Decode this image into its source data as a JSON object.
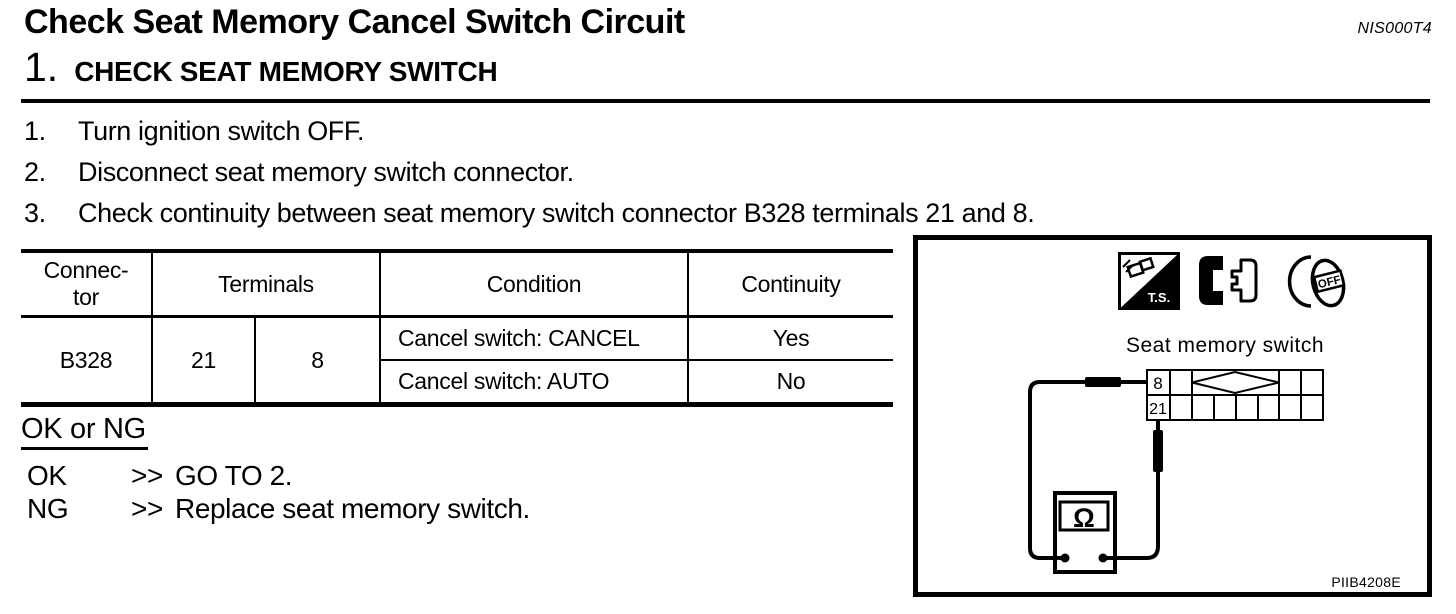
{
  "page": {
    "title": "Check Seat Memory Cancel Switch Circuit",
    "doc_code": "NIS000T4"
  },
  "section": {
    "number": "1.",
    "heading": "CHECK SEAT MEMORY SWITCH"
  },
  "steps": [
    {
      "num": "1.",
      "text": "Turn ignition switch OFF."
    },
    {
      "num": "2.",
      "text": "Disconnect seat memory switch connector."
    },
    {
      "num": "3.",
      "text": "Check continuity between seat memory switch connector B328 terminals 21 and 8."
    }
  ],
  "table": {
    "headers": {
      "connector": "Connec-\ntor",
      "terminals": "Terminals",
      "condition": "Condition",
      "continuity": "Continuity"
    },
    "row": {
      "connector": "B328",
      "terminal_left": "21",
      "terminal_right": "8"
    },
    "cases": [
      {
        "condition": "Cancel switch: CANCEL",
        "continuity": "Yes"
      },
      {
        "condition": "Cancel switch: AUTO",
        "continuity": "No"
      }
    ]
  },
  "result": {
    "heading": "OK or NG",
    "items": [
      {
        "label": "OK",
        "prompt": ">>",
        "action": "GO TO 2."
      },
      {
        "label": "NG",
        "prompt": ">>",
        "action": "Replace seat memory switch."
      }
    ]
  },
  "diagram": {
    "label": "Seat memory switch",
    "pin_top": "8",
    "pin_bottom": "21",
    "meter_symbol": "Ω",
    "figure_code": "PIIB4208E",
    "icons": {
      "ts": "T.S.",
      "key_off": "OFF"
    }
  },
  "colors": {
    "ink": "#000000",
    "paper": "#ffffff"
  }
}
